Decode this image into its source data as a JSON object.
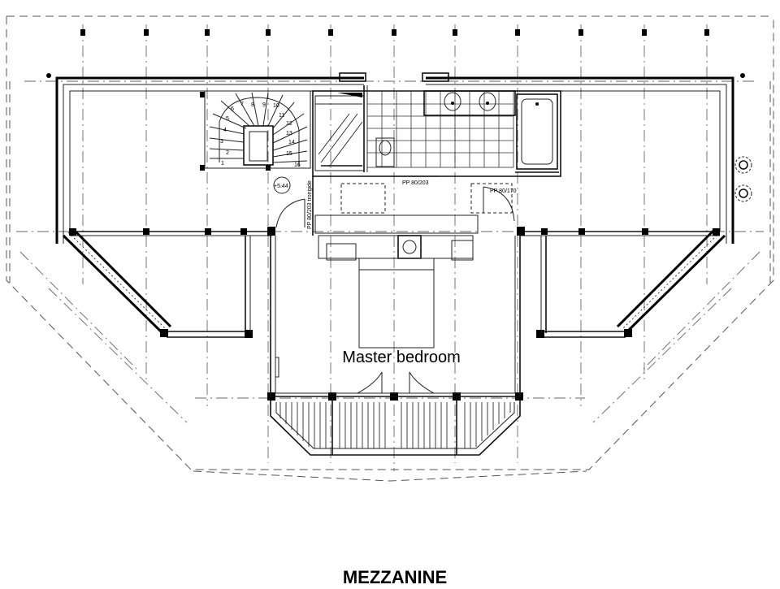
{
  "rooms": {
    "master_bedroom": "Master bedroom"
  },
  "floor_title": "MEZZANINE",
  "annotations": {
    "door_bath_left": "PP 80/203",
    "door_bath_right": "PP 80/170",
    "door_stair": "PP 80/203 trongide",
    "level_mark": "+5.44"
  },
  "stair_steps": [
    "1",
    "2",
    "3",
    "4",
    "5",
    "6",
    "7",
    "8",
    "9",
    "10",
    "11",
    "12",
    "13",
    "14",
    "15",
    "16"
  ]
}
